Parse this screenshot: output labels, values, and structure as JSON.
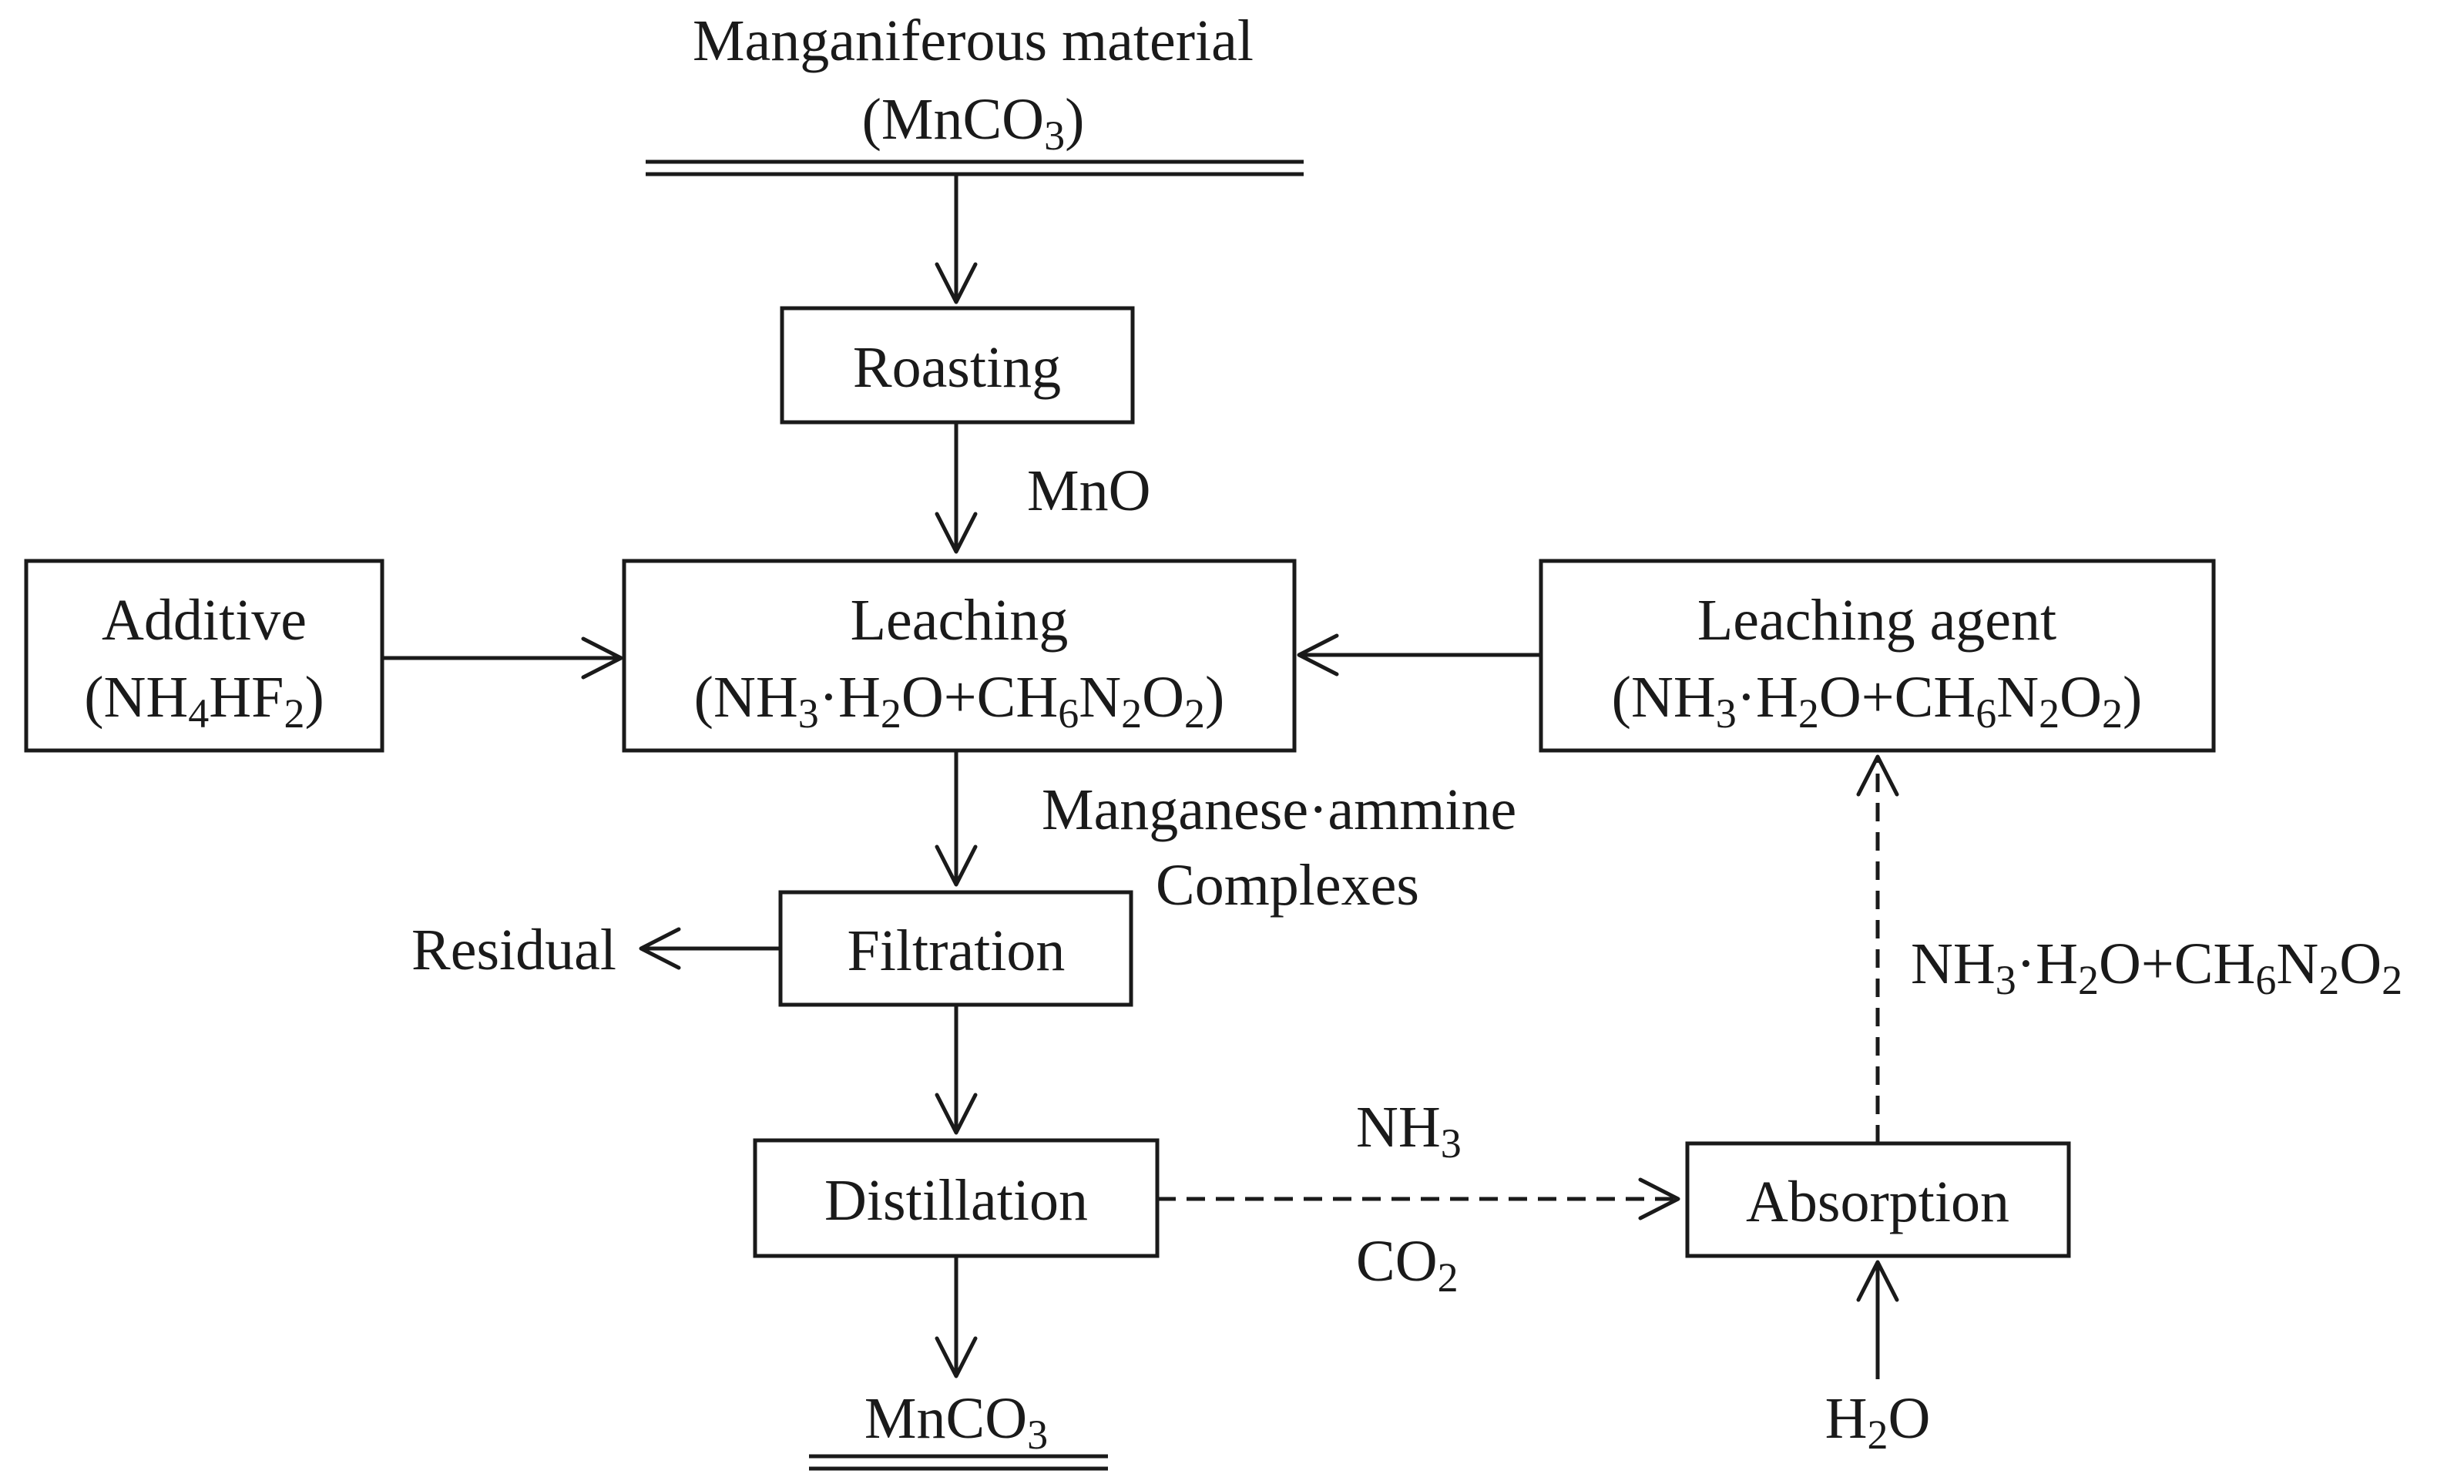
{
  "nodes": {
    "source": {
      "line1": "Manganiferous material",
      "line2": {
        "before": "(MnCO",
        "sub": "3",
        "after": ")"
      }
    },
    "roasting": {
      "label": "Roasting"
    },
    "additive": {
      "line1": "Additive",
      "line2": {
        "parts": [
          "(NH",
          "4",
          "HF",
          "2",
          ")"
        ]
      }
    },
    "leaching": {
      "line1": "Leaching",
      "line2": {
        "parts": [
          "(NH",
          "3",
          "·H",
          "2",
          "O+CH",
          "6",
          "N",
          "2",
          "O",
          "2",
          ")"
        ]
      }
    },
    "leaching_agent": {
      "line1": "Leaching agent",
      "line2": {
        "parts": [
          "(NH",
          "3",
          "·H",
          "2",
          "O+CH",
          "6",
          "N",
          "2",
          "O",
          "2",
          ")"
        ]
      }
    },
    "filtration": {
      "label": "Filtration"
    },
    "distillation": {
      "label": "Distillation"
    },
    "absorption": {
      "label": "Absorption"
    },
    "product": {
      "parts": [
        "MnCO",
        "3"
      ]
    },
    "residual": {
      "label": "Residual"
    },
    "water": {
      "parts": [
        "H",
        "2",
        "O"
      ]
    }
  },
  "edge_labels": {
    "mno": "MnO",
    "complexes_line1": "Manganese·ammine",
    "complexes_line2": "Complexes",
    "recycle": {
      "parts": [
        "NH",
        "3",
        "·H",
        "2",
        "O+CH",
        "6",
        "N",
        "2",
        "O",
        "2"
      ]
    },
    "nh3": {
      "parts": [
        "NH",
        "3"
      ]
    },
    "co2": {
      "parts": [
        "CO",
        "2"
      ]
    }
  }
}
